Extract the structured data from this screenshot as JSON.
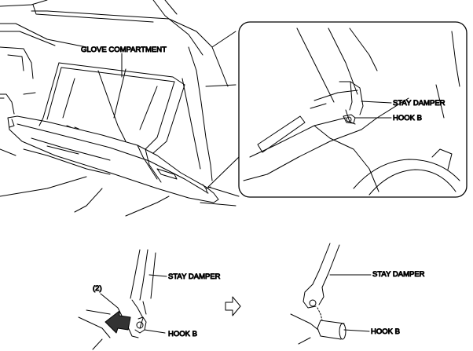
{
  "labels": {
    "glove_compartment": "GLOVE COMPARTMENT",
    "detail_stay_damper": "STAY DAMPER",
    "detail_hook_b": "HOOK B",
    "step_number": "(2)",
    "left_stay_damper": "STAY DAMPER",
    "left_hook_b": "HOOK B",
    "right_stay_damper": "STAY DAMPER",
    "right_hook_b": "HOOK B"
  },
  "colors": {
    "line": "#000000",
    "background": "#ffffff",
    "arrow_fill": "#333333"
  }
}
